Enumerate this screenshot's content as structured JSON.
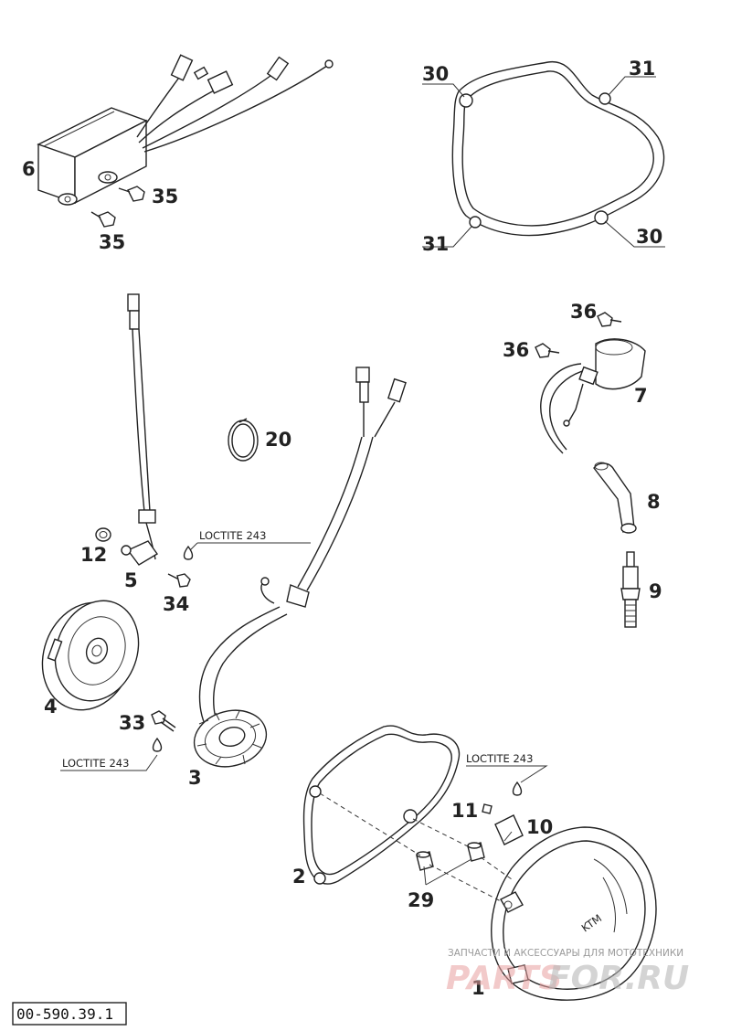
{
  "diagram": {
    "callouts": {
      "c1": "1",
      "c2": "2",
      "c3": "3",
      "c4": "4",
      "c5": "5",
      "c6": "6",
      "c7": "7",
      "c8": "8",
      "c9": "9",
      "c10": "10",
      "c11": "11",
      "c12": "12",
      "c20": "20",
      "c29": "29",
      "c30a": "30",
      "c30b": "30",
      "c31a": "31",
      "c31b": "31",
      "c33": "33",
      "c34": "34",
      "c35a": "35",
      "c35b": "35",
      "c36a": "36",
      "c36b": "36"
    },
    "notes": {
      "loctite_a": "LOCTITE 243",
      "loctite_b": "LOCTITE 243",
      "loctite_c": "LOCTITE 243"
    },
    "watermark": {
      "brand_a": "PARTS",
      "brand_b": "FOR.RU",
      "tagline": "ЗАПЧАСТИ И АКСЕССУАРЫ ДЛЯ МОТОТЕХНИКИ"
    },
    "reference_code": "00-590.39.1"
  }
}
